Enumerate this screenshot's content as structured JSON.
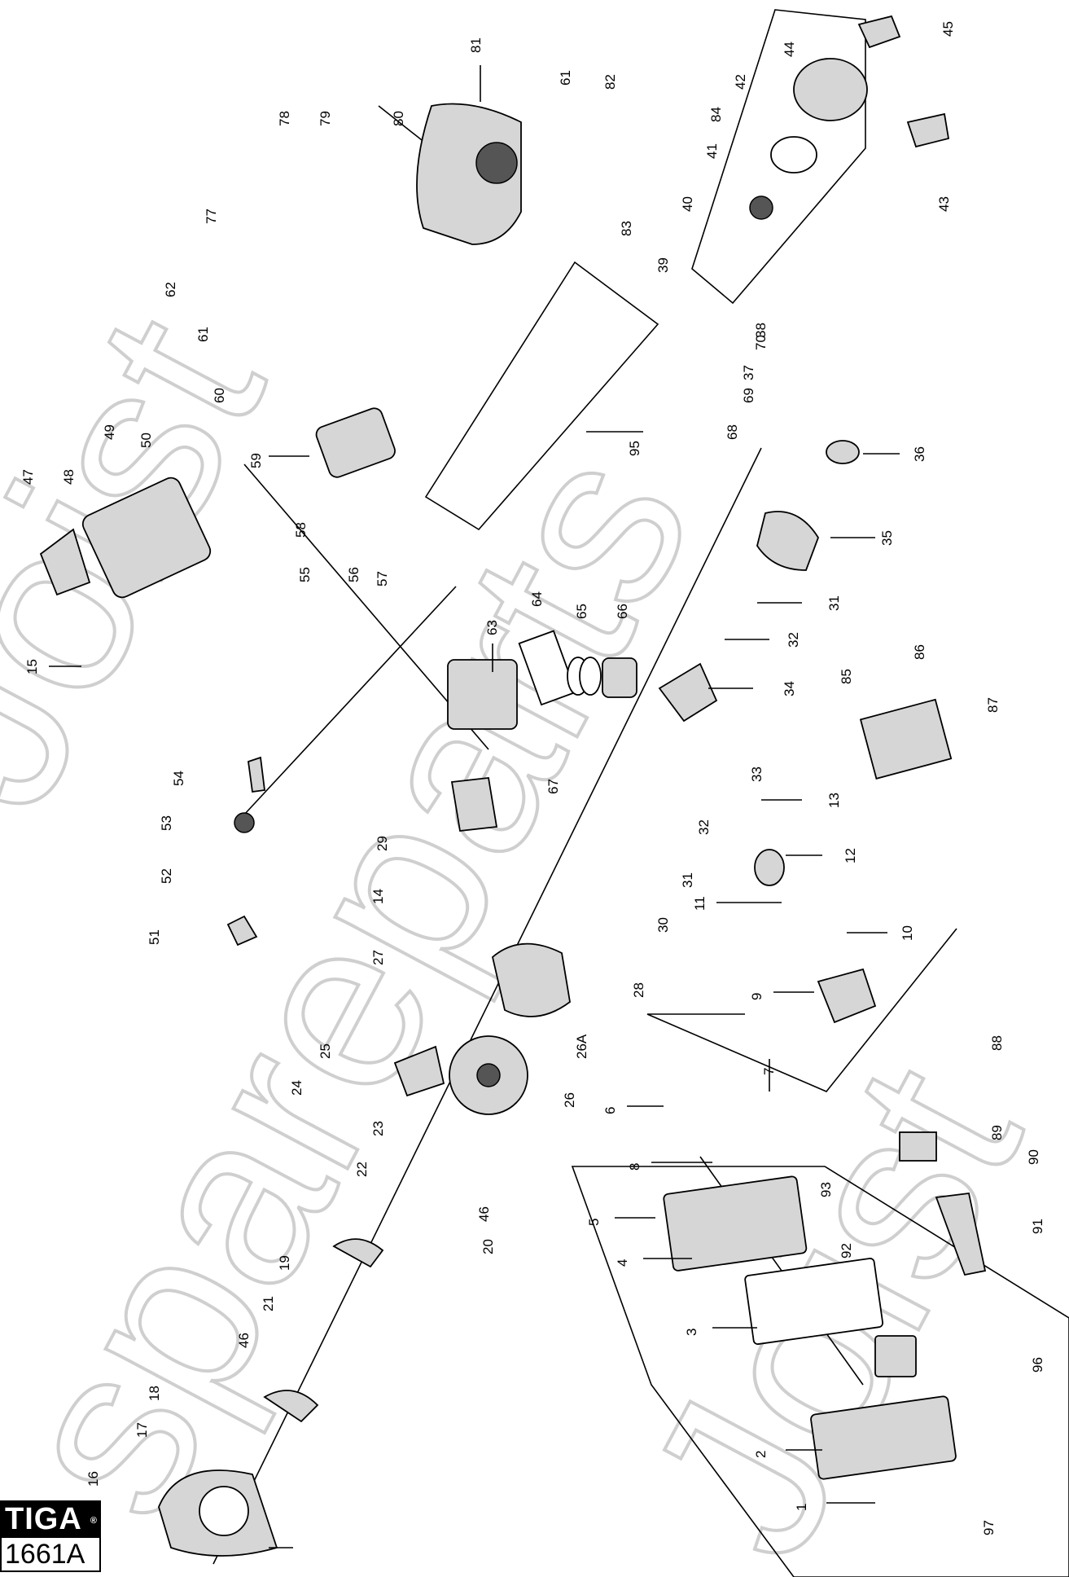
{
  "brand": {
    "logo": "TIGA",
    "reg_mark": "®",
    "code": "1661A"
  },
  "watermark": {
    "line1": "Joist",
    "line2": "spareparts",
    "line3": "Joist"
  },
  "callouts": [
    "1",
    "2",
    "3",
    "4",
    "5",
    "6",
    "7",
    "8",
    "9",
    "10",
    "11",
    "12",
    "13",
    "14",
    "15",
    "16",
    "17",
    "18",
    "19",
    "20",
    "21",
    "22",
    "23",
    "24",
    "25",
    "26",
    "26A",
    "27",
    "28",
    "29",
    "30",
    "31",
    "32",
    "33",
    "34",
    "35",
    "36",
    "37",
    "38",
    "39",
    "40",
    "41",
    "42",
    "43",
    "44",
    "45",
    "46",
    "47",
    "48",
    "49",
    "50",
    "51",
    "52",
    "53",
    "54",
    "55",
    "56",
    "57",
    "58",
    "59",
    "60",
    "61",
    "62",
    "63",
    "64",
    "65",
    "66",
    "67",
    "68",
    "69",
    "70",
    "77",
    "78",
    "79",
    "80",
    "81",
    "82",
    "83",
    "84",
    "85",
    "86",
    "87",
    "88",
    "89",
    "90",
    "91",
    "92",
    "93",
    "95",
    "96",
    "97"
  ]
}
